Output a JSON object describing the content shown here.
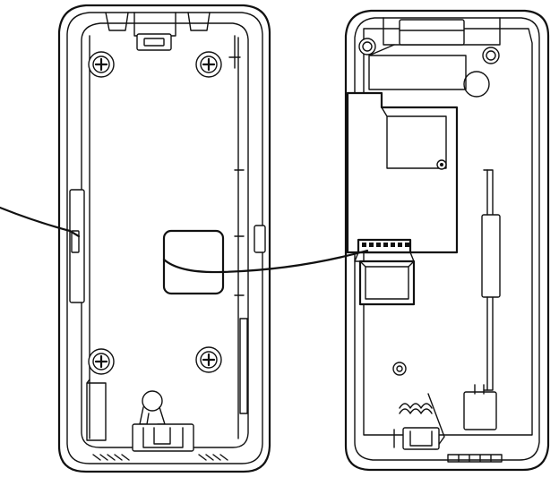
{
  "figure": {
    "components": [
      {
        "id": "back-plate",
        "description_name": "back-plate-open-view",
        "screws": 4
      },
      {
        "id": "front-housing",
        "description_name": "front-housing-rear-view"
      },
      {
        "id": "wire",
        "description_name": "connection-wire"
      }
    ],
    "colors": {
      "line": "#111111",
      "fill": "#ffffff",
      "background": "#ffffff"
    },
    "icons": [
      "screw-head-icon"
    ]
  }
}
